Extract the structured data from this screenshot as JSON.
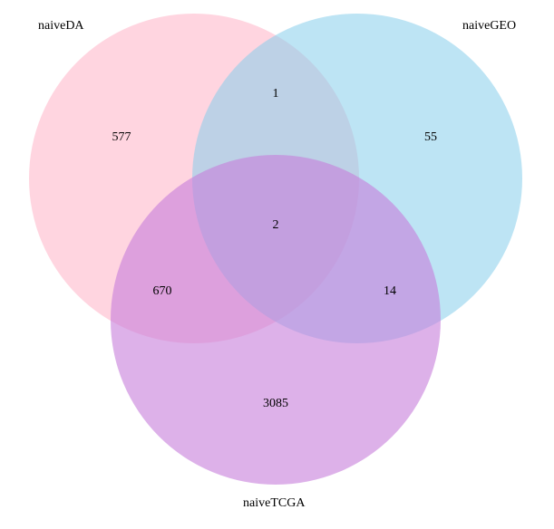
{
  "diagram": {
    "type": "venn",
    "sets": [
      {
        "key": "a",
        "name": "naiveDA",
        "color": "#ffb3c6",
        "opacity": 0.55
      },
      {
        "key": "b",
        "name": "naiveGEO",
        "color": "#87ceeb",
        "opacity": 0.55
      },
      {
        "key": "c",
        "name": "naiveTCGA",
        "color": "#c77ddb",
        "opacity": 0.6
      }
    ],
    "regions": {
      "only_naiveDA": "577",
      "naiveDA_naiveGEO": "1",
      "only_naiveGEO": "55",
      "all_three": "2",
      "naiveDA_naiveTCGA": "670",
      "naiveGEO_naiveTCGA": "14",
      "only_naiveTCGA": "3085"
    }
  }
}
